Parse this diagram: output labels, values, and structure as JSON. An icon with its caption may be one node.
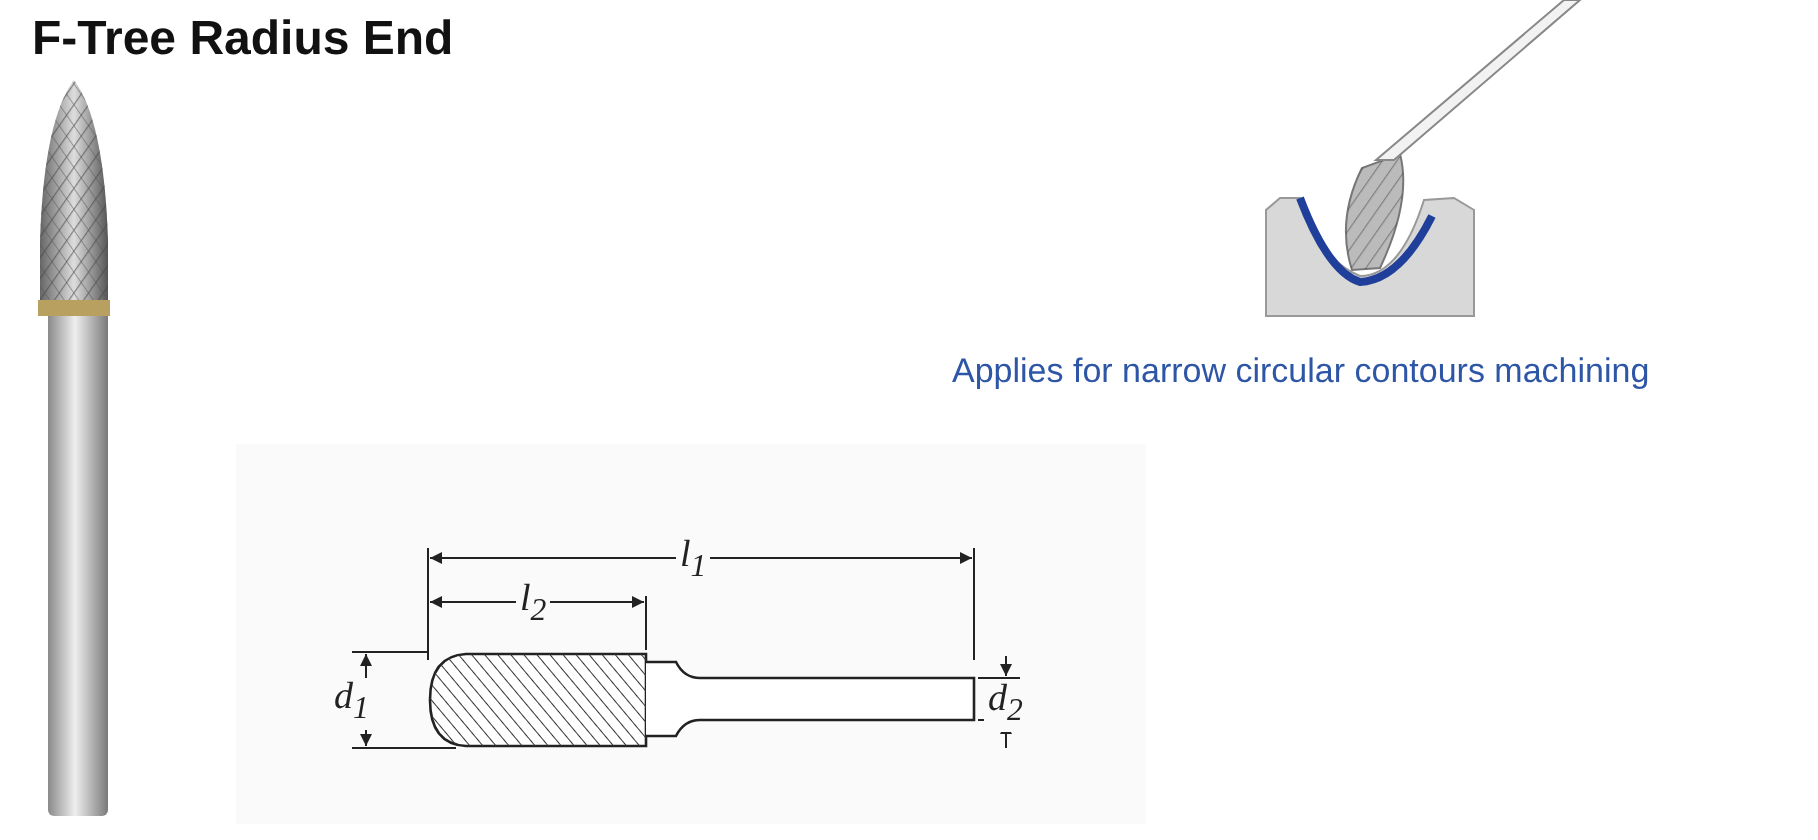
{
  "diagram": {
    "title": "F-Tree Radius End",
    "caption": "Applies for narrow circular contours machining",
    "labels": [
      "l$_{1}$",
      "l$_{2}$",
      "d$_{1}$",
      "d$_{2}$"
    ]
  }
}
